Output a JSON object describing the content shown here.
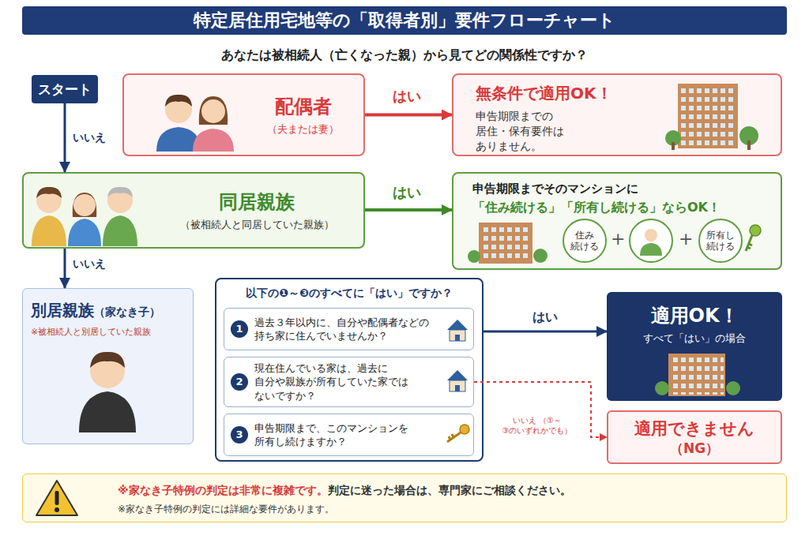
{
  "diagram": {
    "title": "特定居住用宅地等の「取得者別」要件フローチャート",
    "nodes": [
      {
        "text": [
          "スタート"
        ]
      },
      {
        "text": [
          "配偶者",
          "（夫または妻）"
        ]
      },
      {
        "text": [
          "無条件で適用OK！",
          "申告期限までの 居住・保有要件は ありません。"
        ]
      },
      {
        "text": [
          "同居親族",
          "（被相続人と同居していた親族）"
        ]
      },
      {
        "text": [
          "申告期限までそのマンションに",
          "「住み続ける」「所有し続ける」ならOK！"
        ]
      },
      {
        "text": [
          "住み 続ける"
        ],
        "in": 4
      },
      {
        "text": [
          "所有し 続ける"
        ],
        "in": 4
      },
      {
        "text": [
          "別居親族",
          "（家なき子）",
          "※被相続人と別居していた親族"
        ]
      },
      {
        "text": [
          "以下の❶～❸のすべてに「はい」ですか？"
        ]
      },
      {
        "text": [
          "1",
          "過去３年以内に、自分や配偶者などの 持ち家に住んでいませんか？"
        ],
        "in": 8
      },
      {
        "text": [
          "2",
          "現在住んでいる家は、過去に 自分や親族が所有していた家では ないですか？"
        ],
        "in": 8
      },
      {
        "text": [
          "3",
          "申告期限まで、このマンションを 所有し続けますか？"
        ],
        "in": 8
      },
      {
        "text": [
          "適用OK！",
          "すべて「はい」の場合"
        ]
      },
      {
        "text": [
          "適用できません",
          "（NG）"
        ]
      },
      {
        "text": [
          "※家なき子特例の判定は非常に複雑です。",
          "判定に迷った場合は、専門家にご相談ください。",
          "※家なき子特例の判定には詳細な要件があります。"
        ]
      }
    ],
    "edges": [
      {
        "from": 0,
        "to": 3,
        "arrow": "to",
        "label": "いいえ"
      },
      {
        "from": 1,
        "to": 2,
        "arrow": "to",
        "label": "はい"
      },
      {
        "from": 3,
        "to": 4,
        "arrow": "to",
        "label": "はい"
      },
      {
        "from": 3,
        "to": 7,
        "arrow": "to",
        "label": "いいえ"
      },
      {
        "from": 8,
        "to": 12,
        "arrow": "to",
        "label": "はい"
      },
      {
        "from": 10,
        "to": 13,
        "arrow": "to",
        "label": "いいえ （①～③のいずれかでも）"
      }
    ],
    "labels": [
      "あなたは被相続人（亡くなった親）から見てどの関係性ですか？",
      "+",
      "+"
    ]
  }
}
